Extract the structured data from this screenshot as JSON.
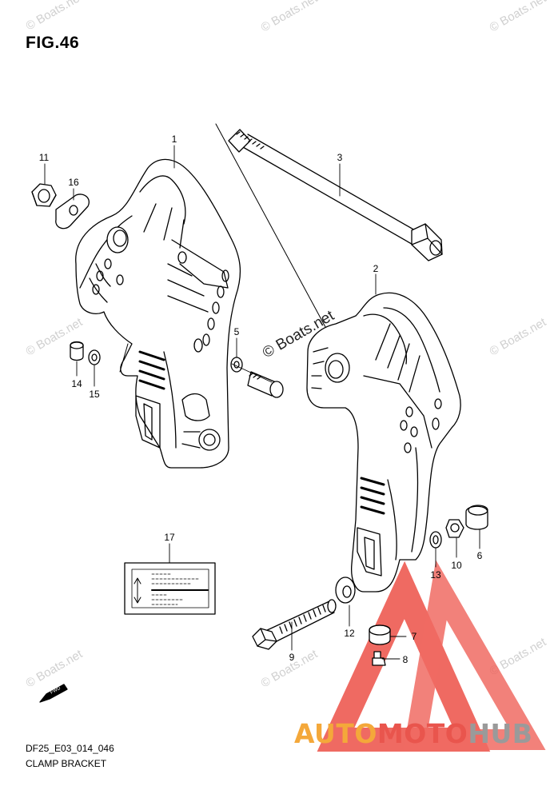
{
  "figure": {
    "title": "FIG.46",
    "code": "DF25_E03_014_046",
    "name": "CLAMP BRACKET"
  },
  "callouts": [
    "1",
    "2",
    "3",
    "5",
    "6",
    "7",
    "8",
    "9",
    "10",
    "11",
    "12",
    "13",
    "14",
    "15",
    "16",
    "17"
  ],
  "watermark": "© Boats.net",
  "direction_marker": "FWD",
  "logo": {
    "part1": "AUTO",
    "part2": "MOTO",
    "part3": "HUB",
    "colors": {
      "auto": "#f4a83a",
      "moto": "#e9554d",
      "hub": "#9a9a9a",
      "triangle": "#ee5a52"
    }
  }
}
